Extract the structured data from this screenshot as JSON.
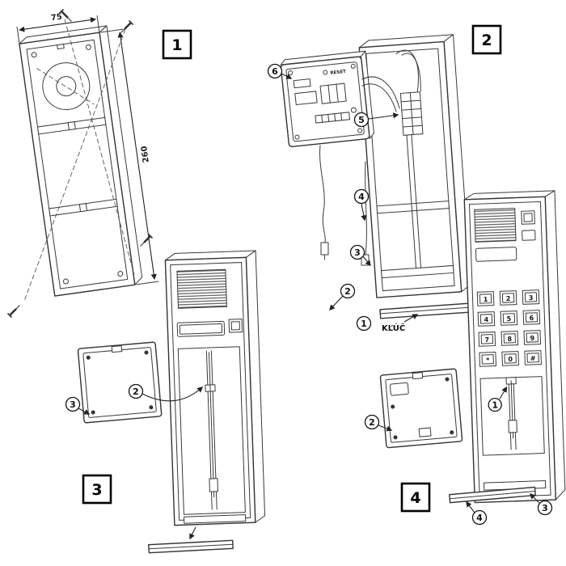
{
  "step1": {
    "box_label": "1",
    "dim_width": "75",
    "dim_height": "260"
  },
  "step2": {
    "box_label": "2",
    "module_text": "RESET",
    "key_label": "KĽÚČ",
    "callouts": {
      "c1": "1",
      "c2": "2",
      "c3": "3",
      "c4": "4",
      "c5": "5",
      "c6": "6"
    }
  },
  "step3": {
    "box_label": "3",
    "callouts": {
      "c2": "2",
      "c3": "3"
    }
  },
  "step4": {
    "box_label": "4",
    "callouts": {
      "c1": "1",
      "c2": "2",
      "c3": "3",
      "c4": "4"
    },
    "keypad": [
      "1",
      "2",
      "3",
      "4",
      "5",
      "6",
      "7",
      "8",
      "9",
      "*",
      "0",
      "#"
    ]
  }
}
